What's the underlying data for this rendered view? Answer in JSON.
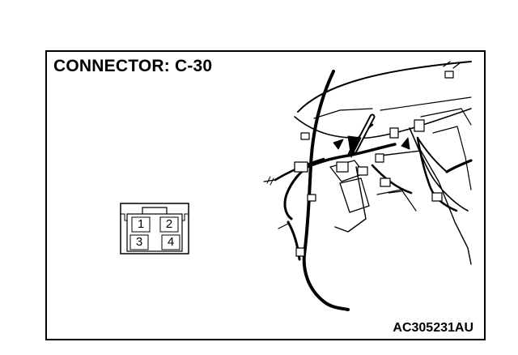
{
  "title": "CONNECTOR: C-30",
  "figure_code": "AC305231AU",
  "connector": {
    "pins": [
      "1",
      "2",
      "3",
      "4"
    ]
  }
}
